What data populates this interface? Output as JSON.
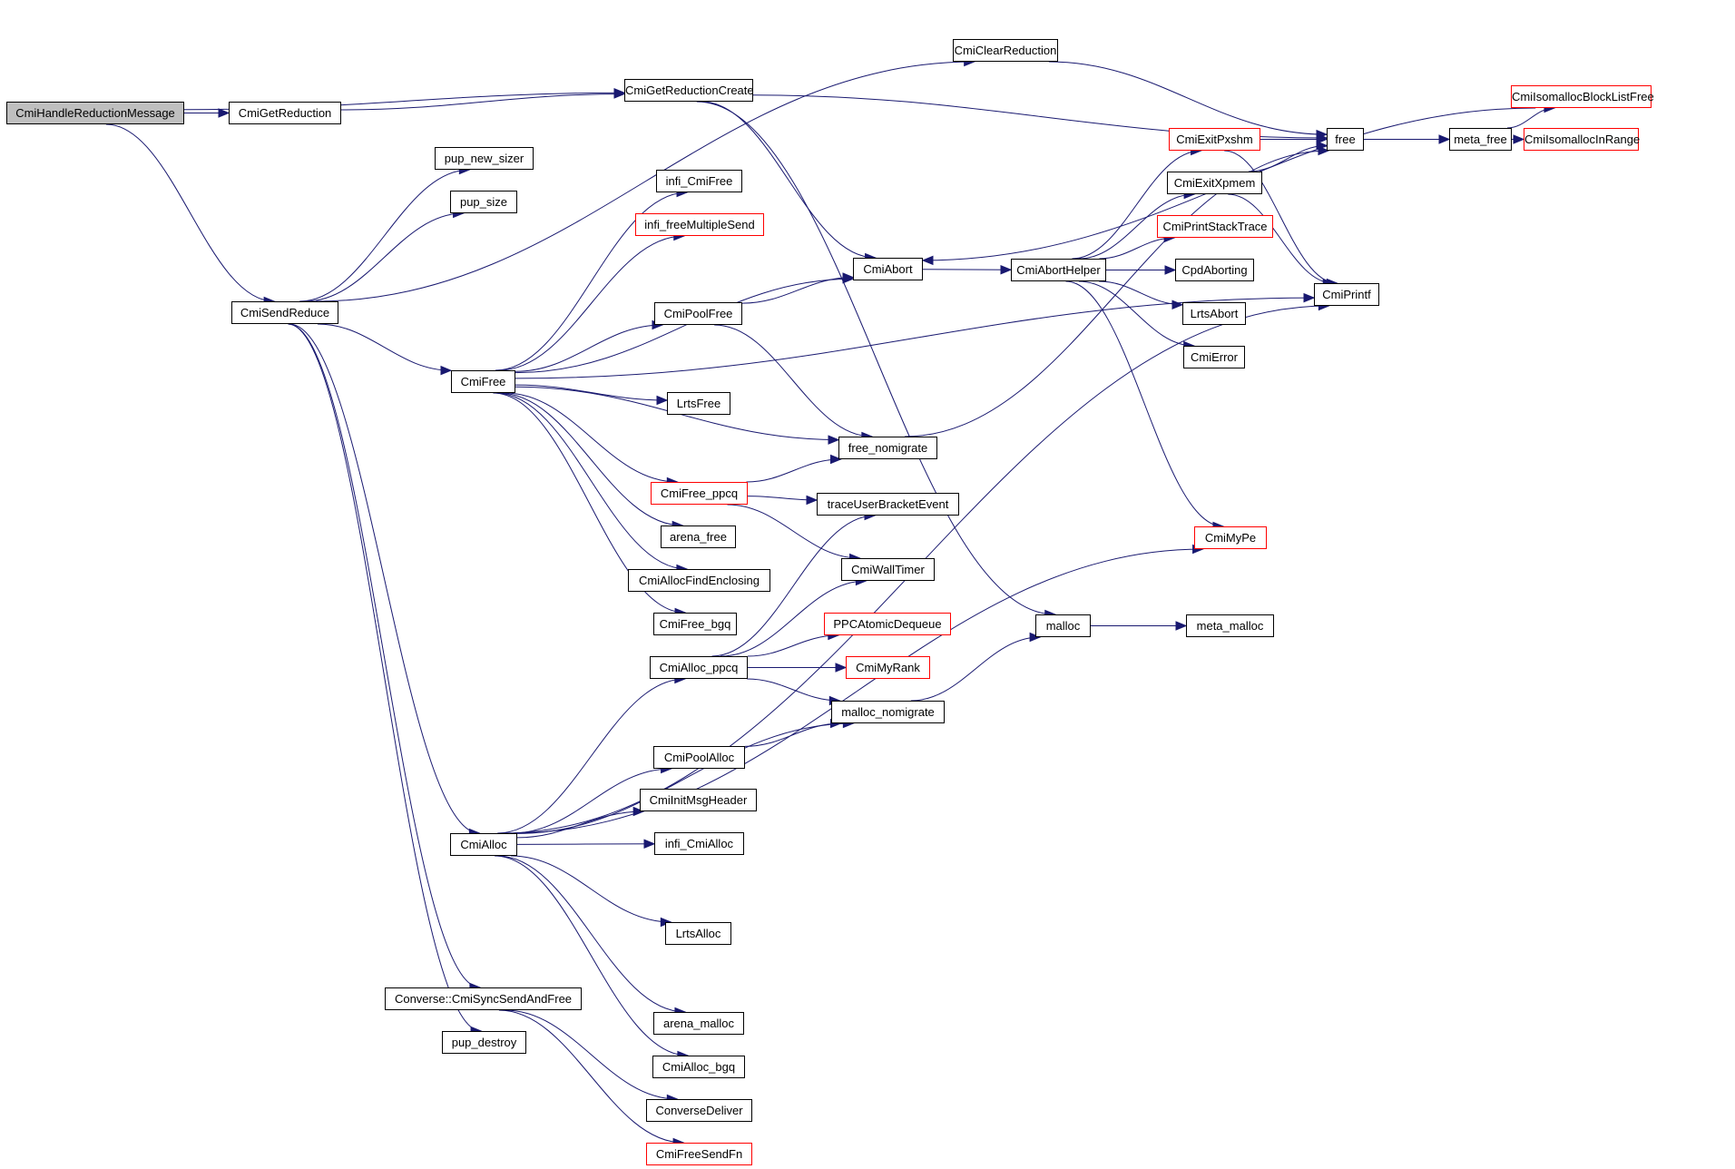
{
  "diagram": {
    "type": "call-graph",
    "colors": {
      "edge": "#191970",
      "root_fill": "#bfbfbf",
      "node_border": "#000000",
      "truncated_border": "#ff0000"
    },
    "nodes": [
      {
        "id": "CmiHandleReductionMessage",
        "label": "CmiHandleReductionMessage",
        "style": "root"
      },
      {
        "id": "CmiGetReduction",
        "label": "CmiGetReduction",
        "style": "normal"
      },
      {
        "id": "CmiGetReductionCreate",
        "label": "CmiGetReductionCreate",
        "style": "normal"
      },
      {
        "id": "CmiClearReduction",
        "label": "CmiClearReduction",
        "style": "normal"
      },
      {
        "id": "CmiSendReduce",
        "label": "CmiSendReduce",
        "style": "normal"
      },
      {
        "id": "pup_new_sizer",
        "label": "pup_new_sizer",
        "style": "normal"
      },
      {
        "id": "pup_size",
        "label": "pup_size",
        "style": "normal"
      },
      {
        "id": "CmiFree",
        "label": "CmiFree",
        "style": "normal"
      },
      {
        "id": "CmiAlloc",
        "label": "CmiAlloc",
        "style": "normal"
      },
      {
        "id": "CmiSyncSendAndFree",
        "label": "Converse::CmiSyncSendAndFree",
        "style": "normal"
      },
      {
        "id": "pup_destroy",
        "label": "pup_destroy",
        "style": "normal"
      },
      {
        "id": "infi_CmiFree",
        "label": "infi_CmiFree",
        "style": "normal"
      },
      {
        "id": "infi_freeMultipleSend",
        "label": "infi_freeMultipleSend",
        "style": "truncated"
      },
      {
        "id": "CmiAbort",
        "label": "CmiAbort",
        "style": "normal"
      },
      {
        "id": "CmiPoolFree",
        "label": "CmiPoolFree",
        "style": "normal"
      },
      {
        "id": "LrtsFree",
        "label": "LrtsFree",
        "style": "normal"
      },
      {
        "id": "free_nomigrate",
        "label": "free_nomigrate",
        "style": "normal"
      },
      {
        "id": "CmiFree_ppcq",
        "label": "CmiFree_ppcq",
        "style": "truncated"
      },
      {
        "id": "traceUserBracketEvent",
        "label": "traceUserBracketEvent",
        "style": "normal"
      },
      {
        "id": "arena_free",
        "label": "arena_free",
        "style": "normal"
      },
      {
        "id": "CmiWallTimer",
        "label": "CmiWallTimer",
        "style": "normal"
      },
      {
        "id": "CmiAllocFindEnclosing",
        "label": "CmiAllocFindEnclosing",
        "style": "normal"
      },
      {
        "id": "CmiFree_bgq",
        "label": "CmiFree_bgq",
        "style": "normal"
      },
      {
        "id": "PPCAtomicDequeue",
        "label": "PPCAtomicDequeue",
        "style": "truncated"
      },
      {
        "id": "CmiAlloc_ppcq",
        "label": "CmiAlloc_ppcq",
        "style": "normal"
      },
      {
        "id": "CmiMyRank",
        "label": "CmiMyRank",
        "style": "truncated"
      },
      {
        "id": "malloc_nomigrate",
        "label": "malloc_nomigrate",
        "style": "normal"
      },
      {
        "id": "CmiPoolAlloc",
        "label": "CmiPoolAlloc",
        "style": "normal"
      },
      {
        "id": "CmiInitMsgHeader",
        "label": "CmiInitMsgHeader",
        "style": "normal"
      },
      {
        "id": "infi_CmiAlloc",
        "label": "infi_CmiAlloc",
        "style": "normal"
      },
      {
        "id": "LrtsAlloc",
        "label": "LrtsAlloc",
        "style": "normal"
      },
      {
        "id": "arena_malloc",
        "label": "arena_malloc",
        "style": "normal"
      },
      {
        "id": "CmiAlloc_bgq",
        "label": "CmiAlloc_bgq",
        "style": "normal"
      },
      {
        "id": "ConverseDeliver",
        "label": "ConverseDeliver",
        "style": "normal"
      },
      {
        "id": "CmiFreeSendFn",
        "label": "CmiFreeSendFn",
        "style": "truncated"
      },
      {
        "id": "CmiAbortHelper",
        "label": "CmiAbortHelper",
        "style": "normal"
      },
      {
        "id": "CmiExitPxshm",
        "label": "CmiExitPxshm",
        "style": "truncated"
      },
      {
        "id": "CmiExitXpmem",
        "label": "CmiExitXpmem",
        "style": "normal"
      },
      {
        "id": "CmiPrintStackTrace",
        "label": "CmiPrintStackTrace",
        "style": "truncated"
      },
      {
        "id": "CpdAborting",
        "label": "CpdAborting",
        "style": "normal"
      },
      {
        "id": "LrtsAbort",
        "label": "LrtsAbort",
        "style": "normal"
      },
      {
        "id": "CmiError",
        "label": "CmiError",
        "style": "normal"
      },
      {
        "id": "CmiMyPe",
        "label": "CmiMyPe",
        "style": "truncated"
      },
      {
        "id": "malloc",
        "label": "malloc",
        "style": "normal"
      },
      {
        "id": "meta_malloc",
        "label": "meta_malloc",
        "style": "normal"
      },
      {
        "id": "free",
        "label": "free",
        "style": "normal"
      },
      {
        "id": "meta_free",
        "label": "meta_free",
        "style": "normal"
      },
      {
        "id": "CmiPrintf",
        "label": "CmiPrintf",
        "style": "normal"
      },
      {
        "id": "CmiIsomallocBlockListFree",
        "label": "CmiIsomallocBlockListFree",
        "style": "truncated"
      },
      {
        "id": "CmiIsomallocInRange",
        "label": "CmiIsomallocInRange",
        "style": "truncated"
      }
    ],
    "edges": [
      [
        "CmiHandleReductionMessage",
        "CmiGetReduction"
      ],
      [
        "CmiHandleReductionMessage",
        "CmiGetReductionCreate"
      ],
      [
        "CmiHandleReductionMessage",
        "CmiSendReduce"
      ],
      [
        "CmiGetReduction",
        "CmiGetReductionCreate"
      ],
      [
        "CmiGetReductionCreate",
        "free"
      ],
      [
        "CmiGetReductionCreate",
        "CmiAbort"
      ],
      [
        "CmiGetReductionCreate",
        "malloc"
      ],
      [
        "CmiClearReduction",
        "free"
      ],
      [
        "CmiSendReduce",
        "pup_new_sizer"
      ],
      [
        "CmiSendReduce",
        "pup_size"
      ],
      [
        "CmiSendReduce",
        "CmiClearReduction"
      ],
      [
        "CmiSendReduce",
        "CmiFree"
      ],
      [
        "CmiSendReduce",
        "CmiAlloc"
      ],
      [
        "CmiSendReduce",
        "CmiSyncSendAndFree"
      ],
      [
        "CmiSendReduce",
        "pup_destroy"
      ],
      [
        "CmiFree",
        "infi_CmiFree"
      ],
      [
        "CmiFree",
        "infi_freeMultipleSend"
      ],
      [
        "CmiFree",
        "CmiAbort"
      ],
      [
        "CmiFree",
        "CmiPoolFree"
      ],
      [
        "CmiFree",
        "CmiPrintf"
      ],
      [
        "CmiFree",
        "LrtsFree"
      ],
      [
        "CmiFree",
        "free_nomigrate"
      ],
      [
        "CmiFree",
        "CmiFree_ppcq"
      ],
      [
        "CmiFree",
        "arena_free"
      ],
      [
        "CmiFree",
        "CmiAllocFindEnclosing"
      ],
      [
        "CmiFree",
        "CmiFree_bgq"
      ],
      [
        "CmiPoolFree",
        "CmiAbort"
      ],
      [
        "CmiPoolFree",
        "free_nomigrate"
      ],
      [
        "CmiFree_ppcq",
        "free_nomigrate"
      ],
      [
        "CmiFree_ppcq",
        "traceUserBracketEvent"
      ],
      [
        "CmiFree_ppcq",
        "CmiWallTimer"
      ],
      [
        "free_nomigrate",
        "free"
      ],
      [
        "CmiAbort",
        "CmiAbortHelper"
      ],
      [
        "CmiAbortHelper",
        "CmiExitPxshm"
      ],
      [
        "CmiAbortHelper",
        "CmiExitXpmem"
      ],
      [
        "CmiAbortHelper",
        "CmiPrintStackTrace"
      ],
      [
        "CmiAbortHelper",
        "CpdAborting"
      ],
      [
        "CmiAbortHelper",
        "LrtsAbort"
      ],
      [
        "CmiAbortHelper",
        "CmiError"
      ],
      [
        "CmiAbortHelper",
        "CmiMyPe"
      ],
      [
        "CmiExitPxshm",
        "free"
      ],
      [
        "CmiExitPxshm",
        "CmiPrintf"
      ],
      [
        "CmiExitXpmem",
        "free"
      ],
      [
        "CmiExitXpmem",
        "CmiPrintf"
      ],
      [
        "CmiIsomallocBlockListFree",
        "CmiAbort"
      ],
      [
        "free",
        "meta_free"
      ],
      [
        "meta_free",
        "CmiIsomallocBlockListFree"
      ],
      [
        "meta_free",
        "CmiIsomallocInRange"
      ],
      [
        "CmiAlloc",
        "CmiAlloc_ppcq"
      ],
      [
        "CmiAlloc",
        "malloc_nomigrate"
      ],
      [
        "CmiAlloc",
        "CmiPoolAlloc"
      ],
      [
        "CmiAlloc",
        "CmiInitMsgHeader"
      ],
      [
        "CmiAlloc",
        "infi_CmiAlloc"
      ],
      [
        "CmiAlloc",
        "CmiPrintf"
      ],
      [
        "CmiAlloc",
        "LrtsAlloc"
      ],
      [
        "CmiAlloc",
        "CmiMyPe"
      ],
      [
        "CmiAlloc",
        "arena_malloc"
      ],
      [
        "CmiAlloc",
        "CmiAlloc_bgq"
      ],
      [
        "CmiAlloc_ppcq",
        "traceUserBracketEvent"
      ],
      [
        "CmiAlloc_ppcq",
        "CmiWallTimer"
      ],
      [
        "CmiAlloc_ppcq",
        "PPCAtomicDequeue"
      ],
      [
        "CmiAlloc_ppcq",
        "CmiMyRank"
      ],
      [
        "CmiAlloc_ppcq",
        "malloc_nomigrate"
      ],
      [
        "CmiPoolAlloc",
        "malloc_nomigrate"
      ],
      [
        "malloc_nomigrate",
        "malloc"
      ],
      [
        "malloc",
        "meta_malloc"
      ],
      [
        "CmiSyncSendAndFree",
        "ConverseDeliver"
      ],
      [
        "CmiSyncSendAndFree",
        "CmiFreeSendFn"
      ]
    ]
  }
}
